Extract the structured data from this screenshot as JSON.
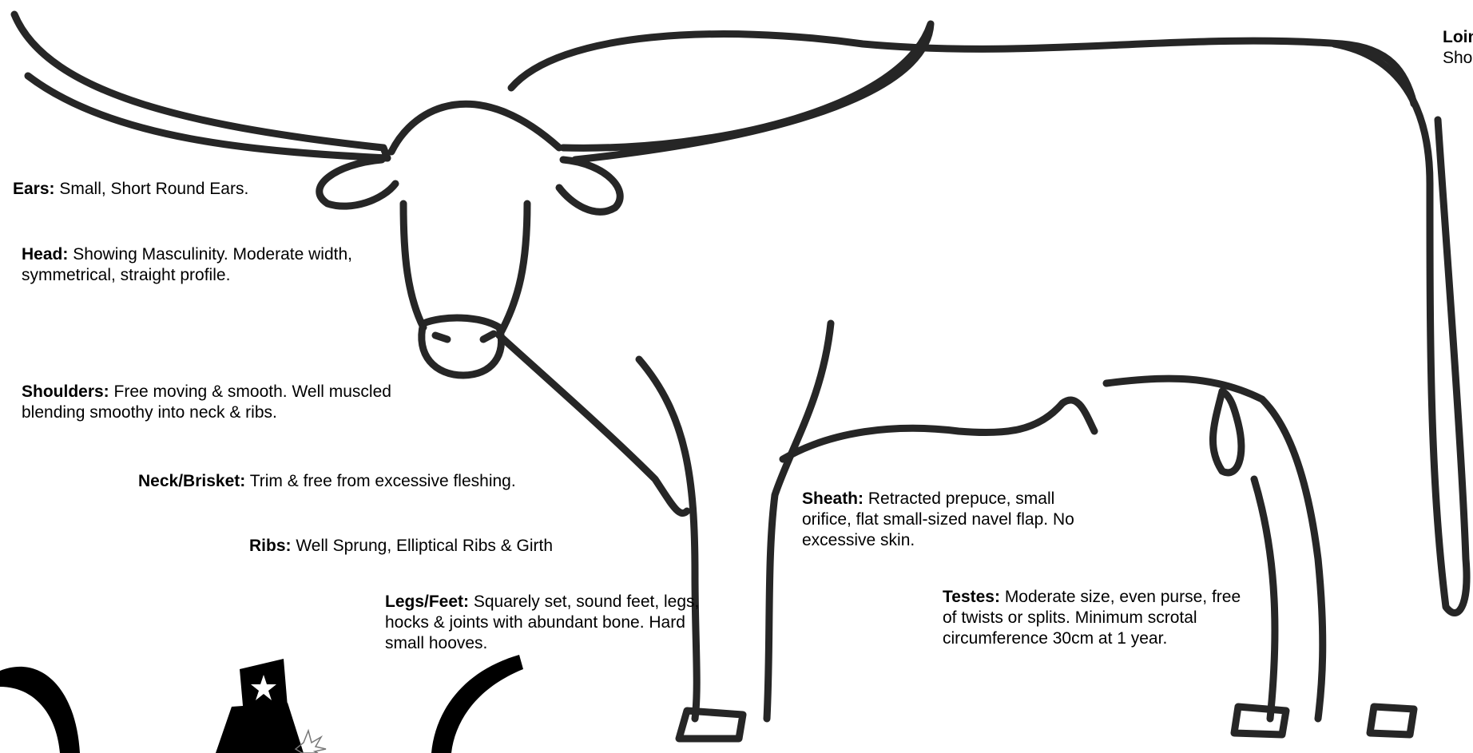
{
  "traits": [
    {
      "term": "Loin:",
      "text": "Sho"
    },
    {
      "term": "Ears:",
      "text": " Small, Short Round Ears."
    },
    {
      "term": "Head:",
      "text": " Showing Masculinity. Moderate width, symmetrical, straight profile."
    },
    {
      "term": "Shoulders:",
      "text": " Free moving & smooth. Well muscled blending smoothy into neck & ribs."
    },
    {
      "term": "Neck/Brisket:",
      "text": " Trim & free from excessive fleshing."
    },
    {
      "term": "Ribs:",
      "text": " Well Sprung, Elliptical Ribs & Girth"
    },
    {
      "term": "Sheath:",
      "text": " Retracted prepuce, small orifice, flat small-sized navel flap. No excessive skin."
    },
    {
      "term": "Legs/Feet:",
      "text": " Squarely set, sound feet, legs, hocks & joints with abundant bone. Hard small hooves."
    },
    {
      "term": "Testes:",
      "text": " Moderate size, even purse, free of twists or splits. Minimum scrotal circumference 30cm at 1 year."
    }
  ],
  "colors": {
    "outline": "#262626",
    "text": "#000000",
    "background": "#ffffff"
  }
}
